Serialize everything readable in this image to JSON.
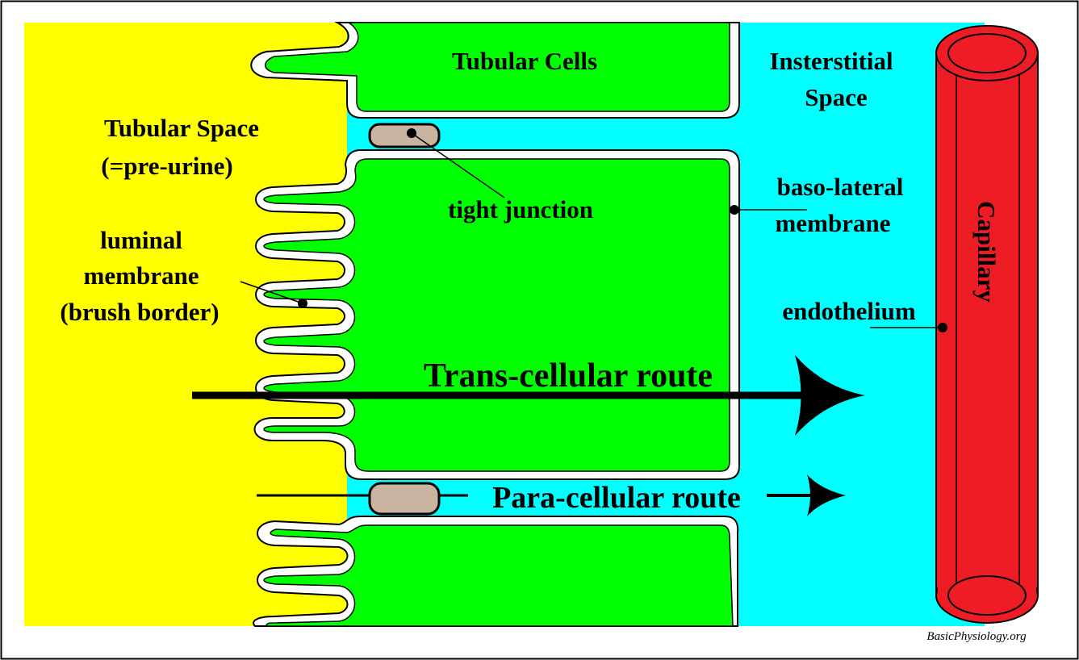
{
  "labels": {
    "tubular_cells": "Tubular Cells",
    "interstitial_line1": "Insterstitial",
    "interstitial_line2": "Space",
    "tubular_space_line1": "Tubular Space",
    "tubular_space_line2": "(=pre-urine)",
    "tight_junction": "tight junction",
    "basolateral_line1": "baso-lateral",
    "basolateral_line2": "membrane",
    "luminal_line1": "luminal",
    "luminal_line2": "membrane",
    "luminal_line3": "(brush border)",
    "endothelium": "endothelium",
    "capillary": "Capillary",
    "trans_route": "Trans-cellular route",
    "para_route": "Para-cellular route",
    "credit": "BasicPhysiology.org"
  },
  "colors": {
    "lumen": "#ffff00",
    "cells": "#00ff00",
    "interstitium": "#00ffff",
    "capillary": "#ee1c25",
    "tight_junction": "#c8b4a0",
    "membrane": "#ffffff",
    "outline": "#000000"
  }
}
